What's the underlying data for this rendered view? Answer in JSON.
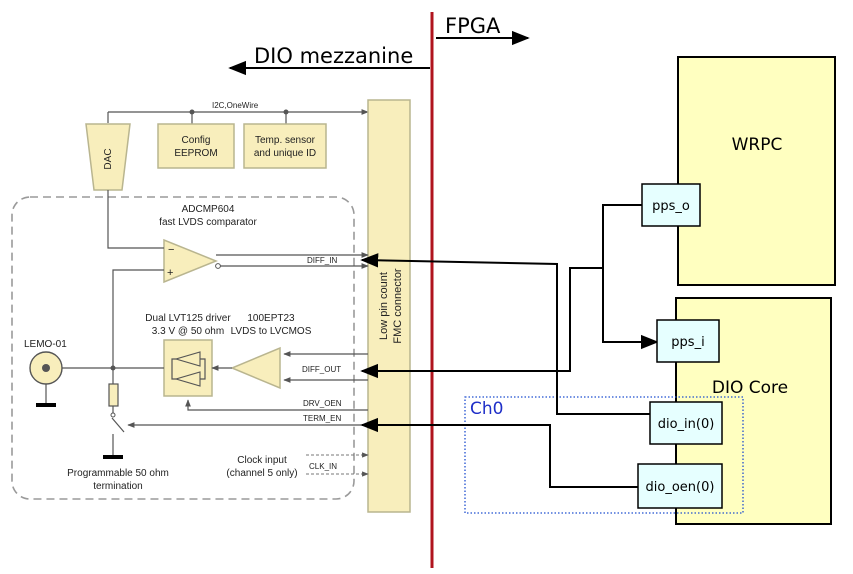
{
  "header": {
    "fpga": "FPGA",
    "mezzanine": "DIO mezzanine"
  },
  "mezz": {
    "bus_label": "I2C,OneWire",
    "dac": "DAC",
    "eeprom": [
      "Config",
      "EEPROM"
    ],
    "temp": [
      "Temp. sensor",
      "and unique ID"
    ],
    "comparator": [
      "ADCMP604",
      "fast LVDS comparator"
    ],
    "driver": [
      "Dual LVT125 driver",
      "3.3 V @ 50 ohm"
    ],
    "translator": [
      "100EPT23",
      "LVDS to LVCMOS"
    ],
    "lemo": "LEMO-01",
    "termination": [
      "Programmable 50 ohm",
      "termination"
    ],
    "clock": [
      "Clock input",
      "(channel 5 only)"
    ],
    "fmc": [
      "Low pin count",
      "FMC connector"
    ],
    "signals": {
      "diff_in": "DIFF_IN",
      "diff_out": "DIFF_OUT",
      "drv_oen": "DRV_OEN",
      "term_en": "TERM_EN",
      "clk_in": "CLK_IN"
    }
  },
  "fpga": {
    "wrpc": "WRPC",
    "dio_core": "DIO Core",
    "ch0": "Ch0",
    "ports": {
      "pps_o": "pps_o",
      "pps_i": "pps_i",
      "dio_in": "dio_in(0)",
      "dio_oen": "dio_oen(0)"
    }
  },
  "colors": {
    "divider": "#b0141e",
    "block_fill": "#f8eebc",
    "port_fill": "#e6ffff",
    "core_fill": "#ffffc0",
    "ch0_border": "#1f4fd0",
    "ch0_text": "#1f2fc8"
  }
}
